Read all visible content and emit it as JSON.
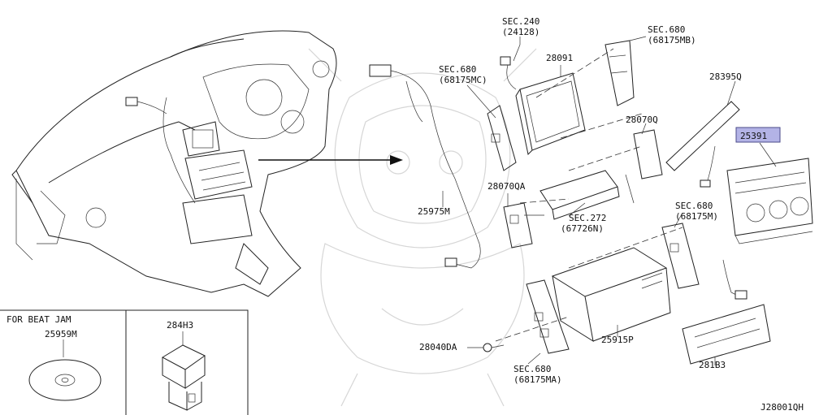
{
  "callouts": {
    "sec240": "SEC.240",
    "sec240_part": "(24128)",
    "sec680_mb": "SEC.680",
    "sec680_mb_part": "(68175MB)",
    "p28091": "28091",
    "sec680_mc": "SEC.680",
    "sec680_mc_part": "(68175MC)",
    "p28395q": "28395Q",
    "p25391": "25391",
    "p28070q": "28070Q",
    "p28070qa": "28070QA",
    "p25975m": "25975M",
    "sec272": "SEC.272",
    "sec272_part": "(67726N)",
    "sec680_m": "SEC.680",
    "sec680_m_part": "(68175M)",
    "p28040da": "28040DA",
    "p25915p": "25915P",
    "sec680_ma": "SEC.680",
    "sec680_ma_part": "(68175MA)",
    "p281b3": "281B3"
  },
  "inset_left": {
    "title": "FOR BEAT JAM",
    "part": "25959M"
  },
  "inset_right": {
    "part": "284H3"
  },
  "diagram_code": "J28001QH",
  "colors": {
    "highlight_fill": "#b3b3e6",
    "highlight_stroke": "#4b4b8a",
    "watermark": "#d6d6d6"
  }
}
